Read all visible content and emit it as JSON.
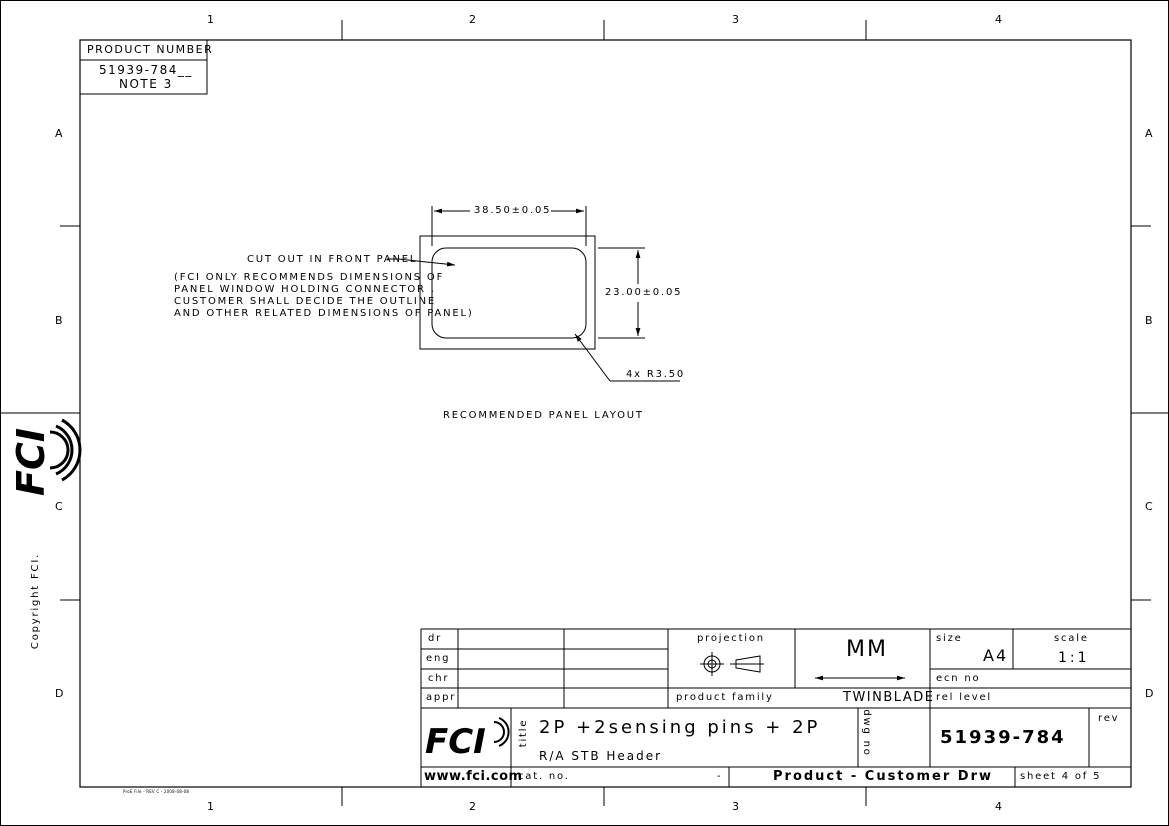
{
  "border": {
    "cols_top": [
      "1",
      "2",
      "3",
      "4"
    ],
    "cols_bottom": [
      "1",
      "2",
      "3",
      "4"
    ],
    "rows_left": [
      "A",
      "B",
      "C",
      "D"
    ],
    "rows_right": [
      "A",
      "B",
      "C",
      "D"
    ]
  },
  "product_box": {
    "header": "PRODUCT NUMBER",
    "number": "51939-784__",
    "note": "NOTE 3"
  },
  "drawing": {
    "width_dim": "38.50±0.05",
    "height_dim": "23.00±0.05",
    "radius_dim": "4x R3.50",
    "cutout_label": "CUT OUT IN FRONT PANEL",
    "note_lines": [
      "(FCI ONLY RECOMMENDS DIMENSIONS OF",
      "PANEL WINDOW HOLDING CONNECTOR ,",
      "CUSTOMER SHALL DECIDE THE OUTLINE",
      "AND OTHER RELATED DIMENSIONS OF PANEL)"
    ],
    "caption": "RECOMMENDED PANEL LAYOUT"
  },
  "left_margin": {
    "copyright": "Copyright FCI.",
    "logo_text": "FCI"
  },
  "title_block": {
    "dr": "dr",
    "eng": "eng",
    "chr": "chr",
    "appr": "appr",
    "projection": "projection",
    "units": "MM",
    "size_label": "size",
    "size_value": "A4",
    "scale_label": "scale",
    "scale_value": "1:1",
    "ecn_no": "ecn no",
    "product_family_label": "product family",
    "product_family_value": "TWINBLADE",
    "rel_level": "rel level",
    "title_label": "title",
    "title_line1": "2P +2sensing pins + 2P",
    "title_line2": "R/A STB Header",
    "dwg_no_label": "dwg no",
    "dwg_no_value": "51939-784",
    "rev_label": "rev",
    "logo_text": "FCI",
    "website": "www.fci.com",
    "cat_no_label": "cat. no.",
    "cat_no_value": "-",
    "doc_type": "Product - Customer Drw",
    "sheet": "sheet 4 of 5"
  },
  "footer_small": "ProE File - REV C - 2008-08-08"
}
